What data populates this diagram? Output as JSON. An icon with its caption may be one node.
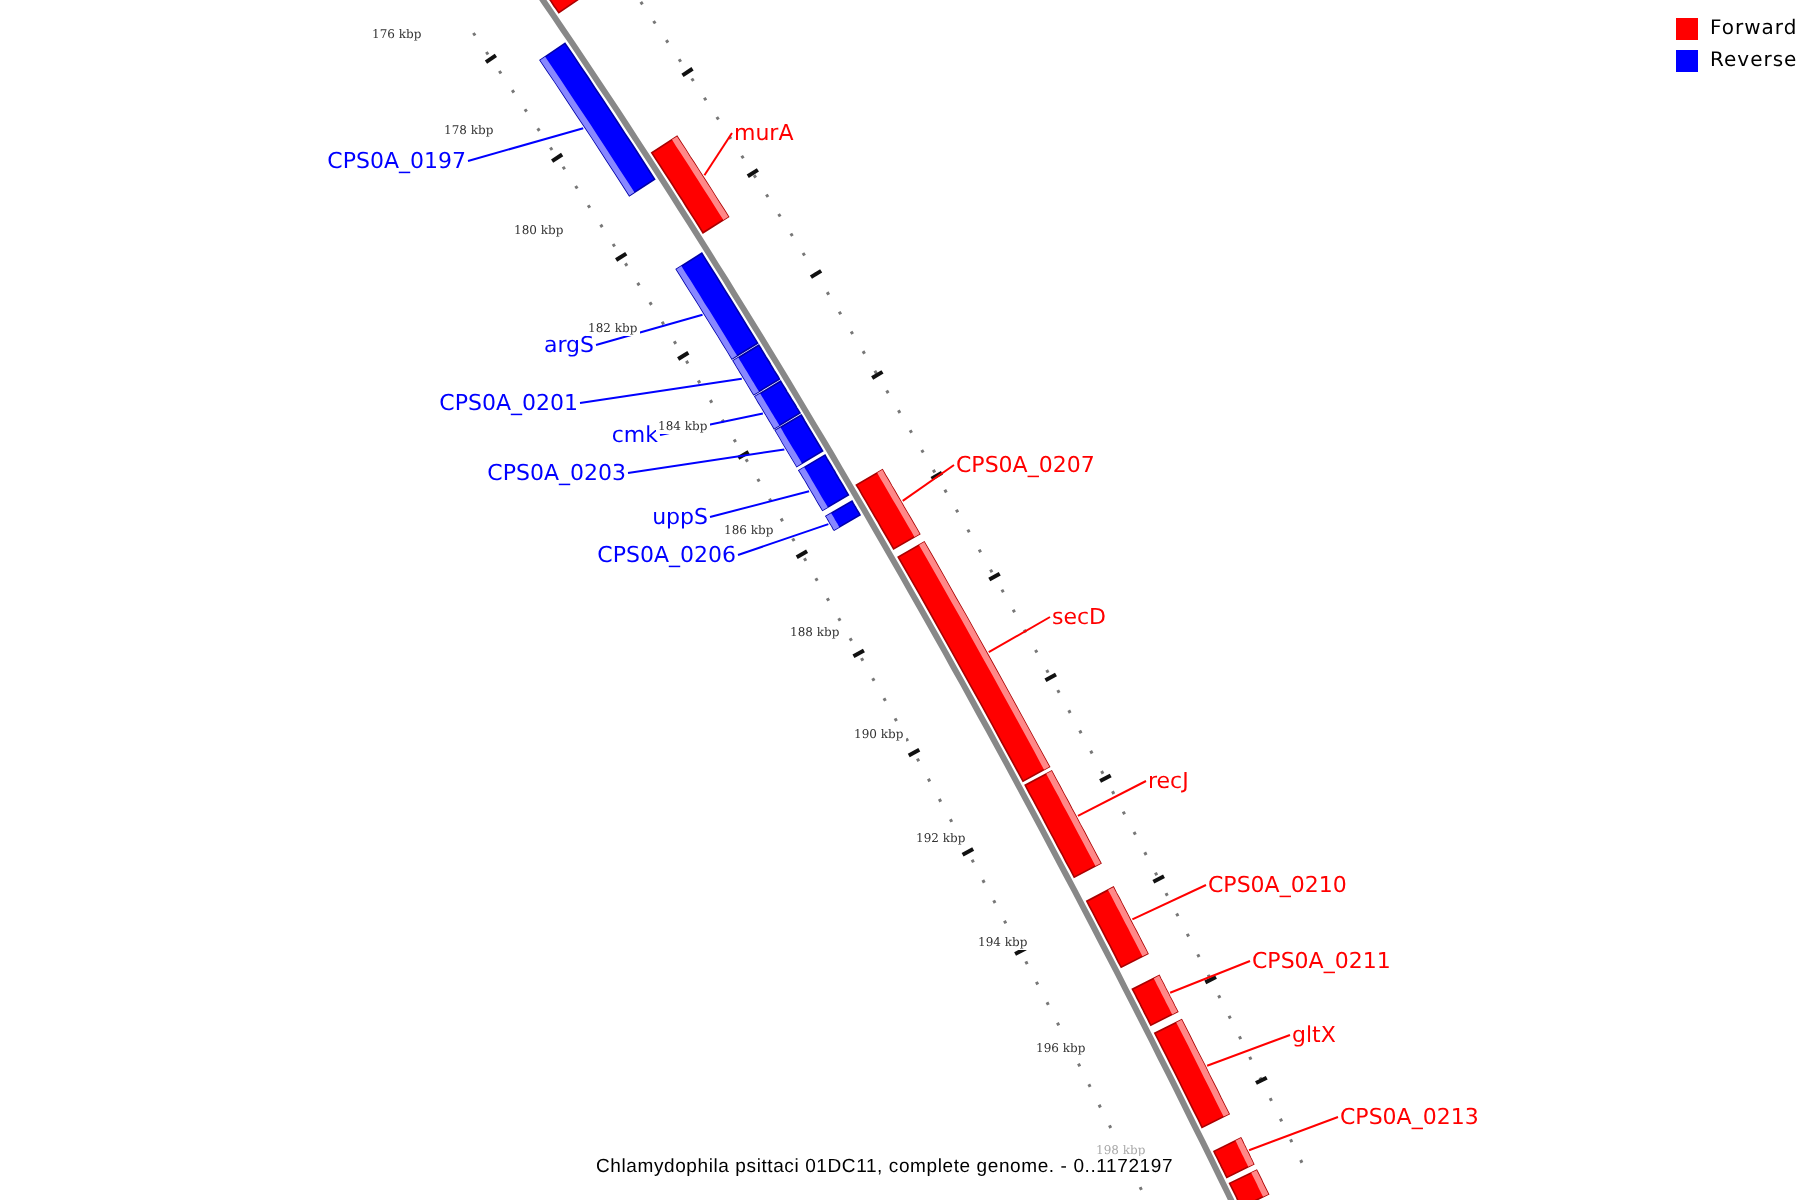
{
  "diagram": {
    "caption": "Chlamydophila psittaci 01DC11, complete genome. - 0..1172197",
    "nodes": [
      {
        "text": [],
        "shape": "bar"
      },
      {
        "text": [],
        "shape": "bar"
      },
      {
        "text": [],
        "shape": "bar"
      },
      {
        "text": [],
        "shape": "bar"
      },
      {
        "text": [],
        "shape": "bar"
      },
      {
        "text": [],
        "shape": "bar"
      },
      {
        "text": [],
        "shape": "bar"
      },
      {
        "text": [],
        "shape": "bar"
      },
      {
        "text": [],
        "shape": "bar"
      },
      {
        "text": [],
        "shape": "bar"
      },
      {
        "text": [],
        "shape": "bar"
      },
      {
        "text": [],
        "shape": "bar"
      },
      {
        "text": [],
        "shape": "bar"
      },
      {
        "text": [],
        "shape": "bar"
      },
      {
        "text": [],
        "shape": "bar"
      },
      {
        "text": [],
        "shape": "bar"
      },
      {
        "text": [],
        "shape": "bar"
      },
      {
        "text": [
          "murA"
        ]
      },
      {
        "text": [
          "CPS0A_0197"
        ]
      },
      {
        "text": [
          "argS"
        ]
      },
      {
        "text": [
          "CPS0A_0201"
        ]
      },
      {
        "text": [
          "cmk"
        ]
      },
      {
        "text": [
          "CPS0A_0203"
        ]
      },
      {
        "text": [
          "CPS0A_0207"
        ]
      },
      {
        "text": [
          "uppS"
        ]
      },
      {
        "text": [
          "CPS0A_0206"
        ]
      },
      {
        "text": [
          "secD"
        ]
      },
      {
        "text": [
          "recJ"
        ]
      },
      {
        "text": [
          "CPS0A_0210"
        ]
      },
      {
        "text": [
          "CPS0A_0211"
        ]
      },
      {
        "text": [
          "gltX"
        ]
      },
      {
        "text": [
          "CPS0A_0213"
        ]
      }
    ],
    "edges": [
      {
        "from": 17,
        "to": 2,
        "arrow": "none",
        "color": "#ff0000"
      },
      {
        "from": 18,
        "to": 1,
        "arrow": "none",
        "color": "#0000ff"
      },
      {
        "from": 19,
        "to": 3,
        "arrow": "none",
        "color": "#0000ff"
      },
      {
        "from": 20,
        "to": 4,
        "arrow": "none",
        "color": "#0000ff"
      },
      {
        "from": 21,
        "to": 5,
        "arrow": "none",
        "color": "#0000ff"
      },
      {
        "from": 22,
        "to": 6,
        "arrow": "none",
        "color": "#0000ff"
      },
      {
        "from": 23,
        "to": 9,
        "arrow": "none",
        "color": "#ff0000"
      },
      {
        "from": 24,
        "to": 7,
        "arrow": "none",
        "color": "#0000ff"
      },
      {
        "from": 25,
        "to": 8,
        "arrow": "none",
        "color": "#0000ff"
      },
      {
        "from": 26,
        "to": 10,
        "arrow": "none",
        "color": "#ff0000"
      },
      {
        "from": 27,
        "to": 11,
        "arrow": "none",
        "color": "#ff0000"
      },
      {
        "from": 28,
        "to": 12,
        "arrow": "none",
        "color": "#ff0000"
      },
      {
        "from": 29,
        "to": 13,
        "arrow": "none",
        "color": "#ff0000"
      },
      {
        "from": 30,
        "to": 14,
        "arrow": "none",
        "color": "#ff0000"
      },
      {
        "from": 31,
        "to": 15,
        "arrow": "none",
        "color": "#ff0000"
      }
    ],
    "labels": [
      "176 kbp",
      "178 kbp",
      "180 kbp",
      "182 kbp",
      "184 kbp",
      "186 kbp",
      "188 kbp",
      "190 kbp",
      "192 kbp",
      "194 kbp",
      "196 kbp",
      "198 kbp"
    ],
    "legend": [
      {
        "text": "Forward",
        "color": "#ff0000"
      },
      {
        "text": "Reverse",
        "color": "#0000ff"
      }
    ]
  }
}
